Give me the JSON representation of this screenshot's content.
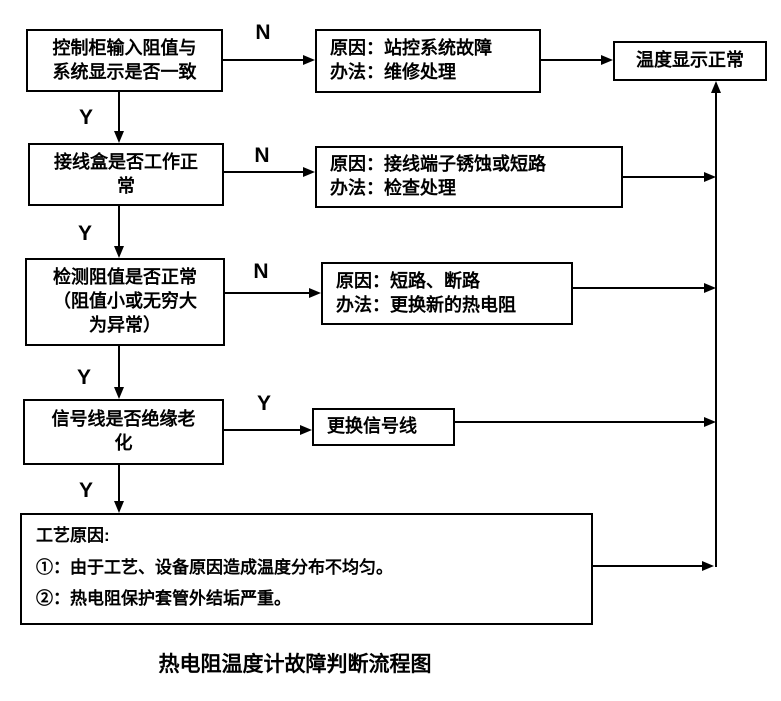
{
  "diagram": {
    "caption": "热电阻温度计故障判断流程图",
    "labels": {
      "yes": "Y",
      "no": "N"
    },
    "line_color": "#000000",
    "box_background": "#ffffff",
    "nodes": {
      "q1": "控制柜输入阻值与\n系统显示是否一致",
      "r1": "原因：站控系统故障\n办法：维修处理",
      "end": "温度显示正常",
      "q2": "接线盒是否工作正\n常",
      "r2": "原因：接线端子锈蚀或短路\n办法：检查处理",
      "q3": "检测阻值是否正常\n（阻值小或无穷大\n为异常）",
      "r3": "原因：短路、断路\n办法：更换新的热电阻",
      "q4": "信号线是否绝缘老\n化",
      "r4": "更换信号线",
      "process_title": "工艺原因:",
      "process_item1": "①：由于工艺、设备原因造成温度分布不均匀。",
      "process_item2": "②：热电阻保护套管外结垢严重。"
    }
  }
}
